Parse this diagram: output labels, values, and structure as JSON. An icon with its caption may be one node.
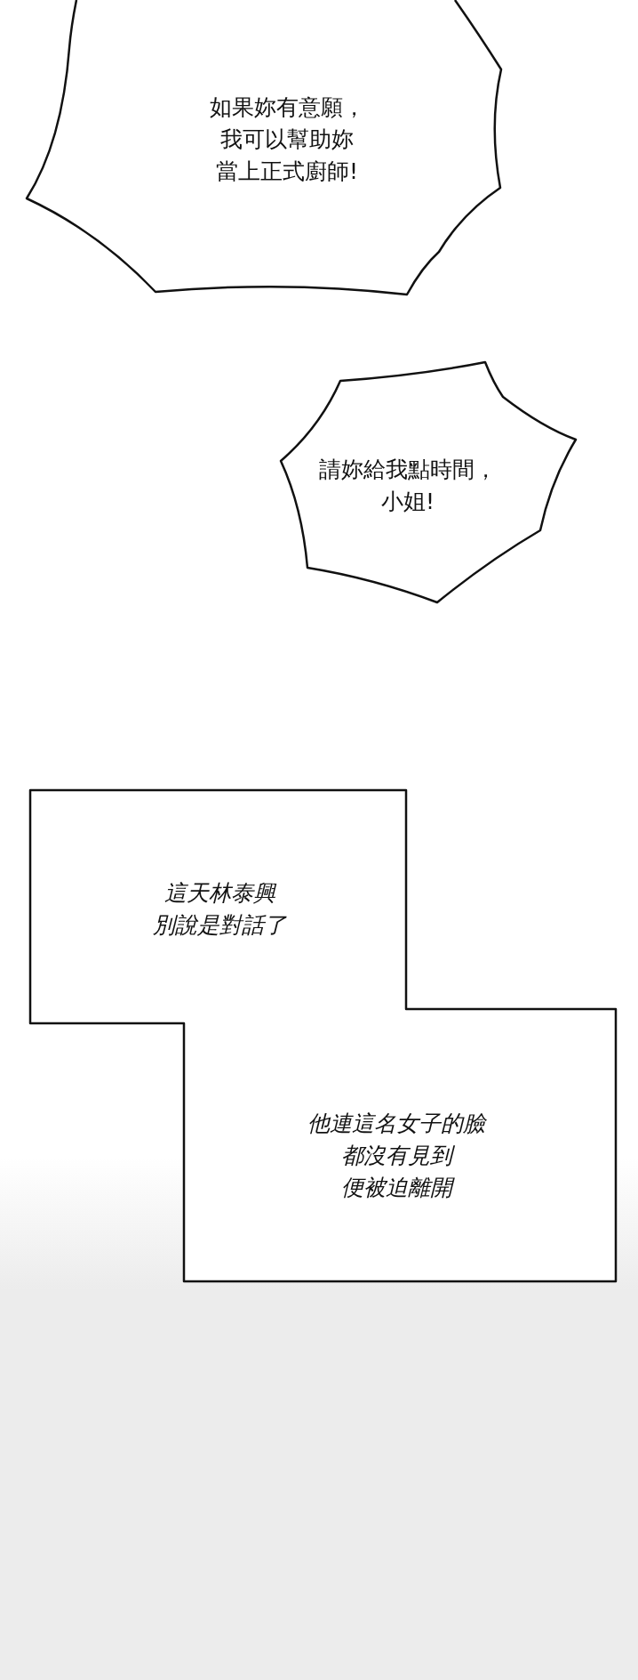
{
  "diagram": {
    "nodes": [
      {
        "text": [
          "如果妳有意願，我可以幫助妳當上正式廚師!"
        ]
      },
      {
        "text": [
          "請妳給我點時間，小姐!"
        ]
      },
      {
        "text": [
          "這天林泰興別說是對話了",
          "他連這名女子的臉都沒有見到便被迫離開"
        ]
      }
    ]
  }
}
